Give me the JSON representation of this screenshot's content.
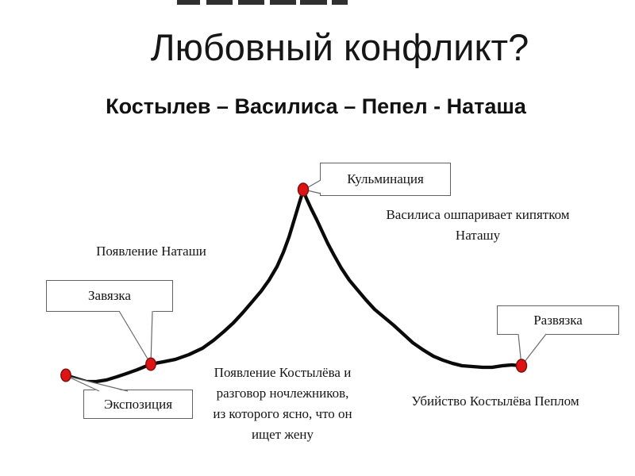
{
  "slide": {
    "title": "Любовный конфликт?",
    "subtitle": "Костылев – Василиса – Пепел - Наташа"
  },
  "boxes": {
    "climax": "Кульминация",
    "inciting": "Завязка",
    "exposition": "Экспозиция",
    "resolution": "Развязка"
  },
  "notes": {
    "natasha": "Появление Наташи",
    "vasilisa_line1": "Василиса ошпаривает кипятком",
    "vasilisa_line2": "Наташу",
    "kostylev_line1": "Появление Костылёва и",
    "kostylev_line2": "разговор ночлежников,",
    "kostylev_line3": "из которого ясно, что он",
    "kostylev_line4": "ищет жену",
    "murder": "Убийство Костылёва Пеплом"
  },
  "colors": {
    "dot_fill": "#dc1414",
    "dot_stroke": "#7c0e0e",
    "curve": "#0a0a0a",
    "box_border": "#616161",
    "cropped_fragment": "#303030"
  }
}
